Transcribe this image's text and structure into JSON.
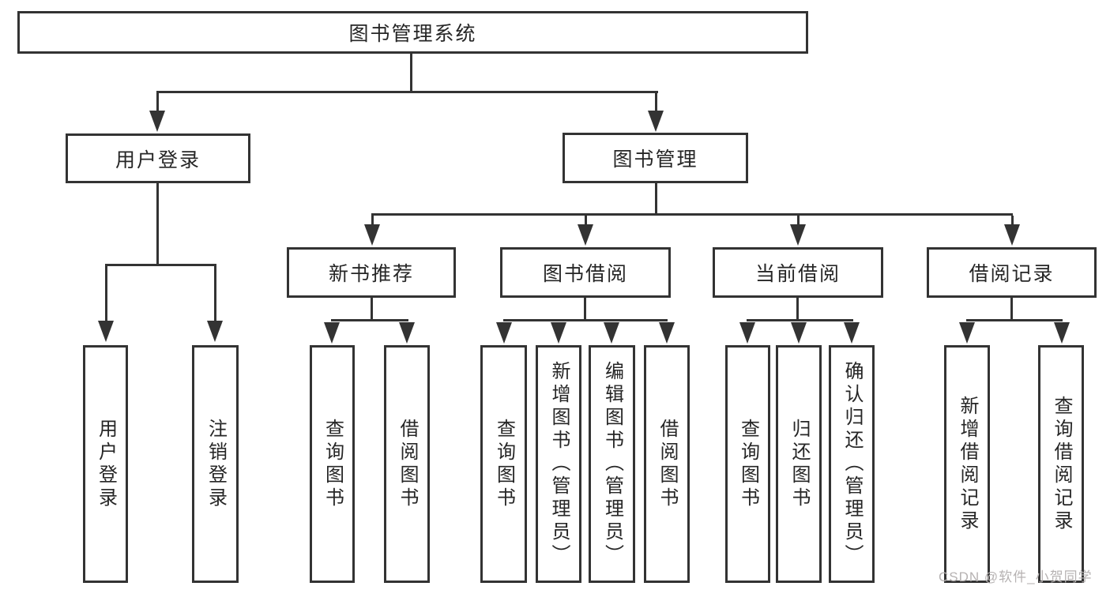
{
  "diagram": {
    "title": "图书管理系统",
    "level2": {
      "user_login": "用户登录",
      "book_mgmt": "图书管理"
    },
    "level3": {
      "new_books": "新书推荐",
      "borrow": "图书借阅",
      "current": "当前借阅",
      "records": "借阅记录"
    },
    "leaves": {
      "user_login_1": "用户登录",
      "user_login_2": "注销登录",
      "new_books_1": "查询图书",
      "new_books_2": "借阅图书",
      "borrow_1": "查询图书",
      "borrow_2": "新增图书（管理员）",
      "borrow_3": "编辑图书（管理员）",
      "borrow_4": "借阅图书",
      "current_1": "查询图书",
      "current_2": "归还图书",
      "current_3": "确认归还（管理员）",
      "records_1": "新增借阅记录",
      "records_2": "查询借阅记录"
    }
  },
  "watermark": "CSDN @软件_小贺同学",
  "colors": {
    "line": "#333333",
    "text": "#262626",
    "watermark": "#b6b2b2",
    "background": "#ffffff"
  }
}
